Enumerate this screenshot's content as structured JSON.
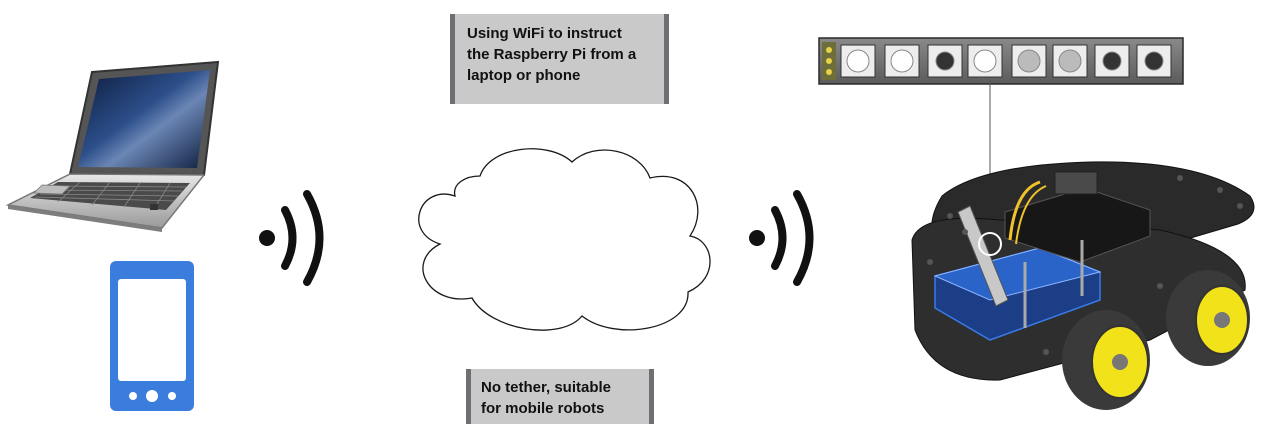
{
  "notes": {
    "wifi_note": [
      "Using WiFi to instruct",
      "the Raspberry Pi  from a",
      "laptop or phone"
    ],
    "tether_note": [
      "No tether, suitable",
      "for mobile robots"
    ]
  },
  "icons": {
    "laptop": "laptop-icon",
    "phone": "smartphone-icon",
    "signal_left": "wifi-signal-icon",
    "cloud": "cloud-icon",
    "signal_right": "wifi-signal-icon",
    "led_strip": "led-strip-icon",
    "robot": "robot-car-icon"
  },
  "colors": {
    "note_bg": "#c9c9c9",
    "note_border": "#6f6f73",
    "phone_blue": "#3b7ddd",
    "robot_chassis": "#2a2a2a",
    "wheel_yellow": "#f2e21a",
    "battery_blue": "#2a64c8"
  }
}
